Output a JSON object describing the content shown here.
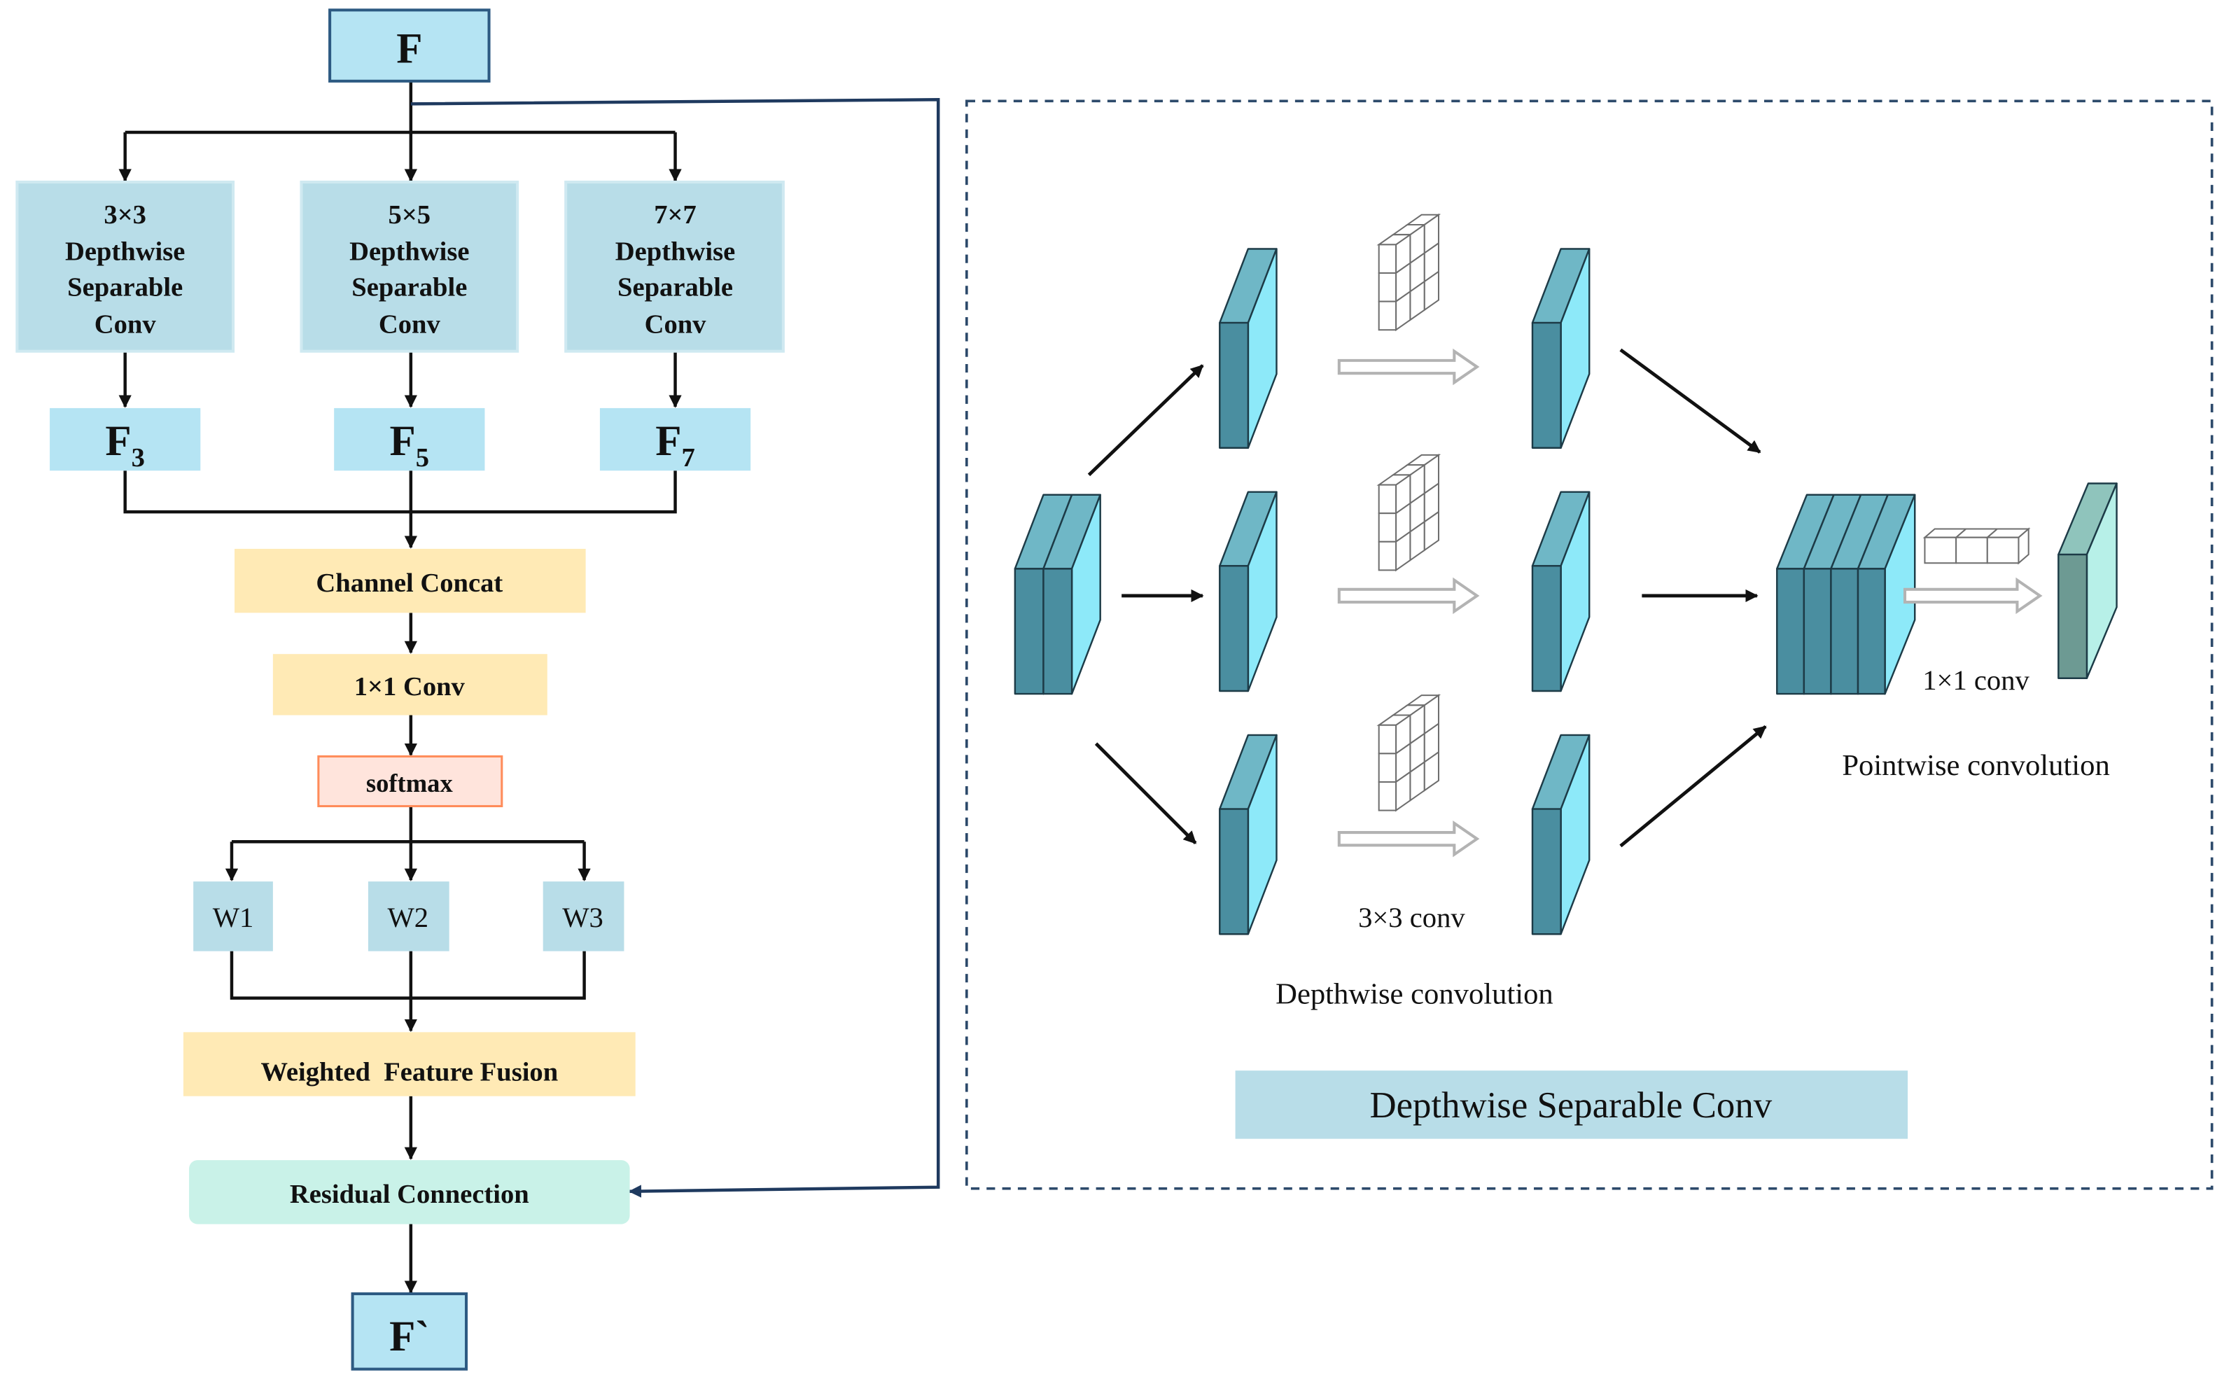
{
  "colors": {
    "blue_box": "#b5e4f3",
    "blue_border": "#2d5a82",
    "grey_blue": "#b8dde8",
    "yellow": "#ffeab5",
    "pink_fill": "#ffe4dc",
    "pink_border": "#ff8c5a",
    "mint": "#c9f2e8",
    "arrow": "#111111",
    "residual_line": "#1f3a5f",
    "tensor_front": "#4a8ea0",
    "tensor_side": "#8de9f9",
    "tensor_top": "#6fb7c6",
    "hollow_arrow": "#b3b3b3",
    "output_front": "#6d9a93",
    "output_side": "#b7f0e8"
  },
  "left": {
    "input": {
      "main": "F",
      "sub": ""
    },
    "branches": [
      {
        "kernel": "3×3",
        "line1": "Depthwise",
        "line2": "Separable",
        "line3": "Conv",
        "out_main": "F",
        "out_sub": "3"
      },
      {
        "kernel": "5×5",
        "line1": "Depthwise",
        "line2": "Separable",
        "line3": "Conv",
        "out_main": "F",
        "out_sub": "5"
      },
      {
        "kernel": "7×7",
        "line1": "Depthwise",
        "line2": "Separable",
        "line3": "Conv",
        "out_main": "F",
        "out_sub": "7"
      }
    ],
    "concat": "Channel Concat",
    "conv1x1": "1×1 Conv",
    "softmax": "softmax",
    "weights": [
      "W1",
      "W2",
      "W3"
    ],
    "fusion": "Weighted  Feature Fusion",
    "residual": "Residual Connection",
    "output": "F`"
  },
  "right": {
    "kernel_label": "3×3 conv",
    "depthwise_label": "Depthwise convolution",
    "pointwise_kernel_label": "1×1 conv",
    "pointwise_label": "Pointwise convolution",
    "title": "Depthwise Separable Conv"
  }
}
